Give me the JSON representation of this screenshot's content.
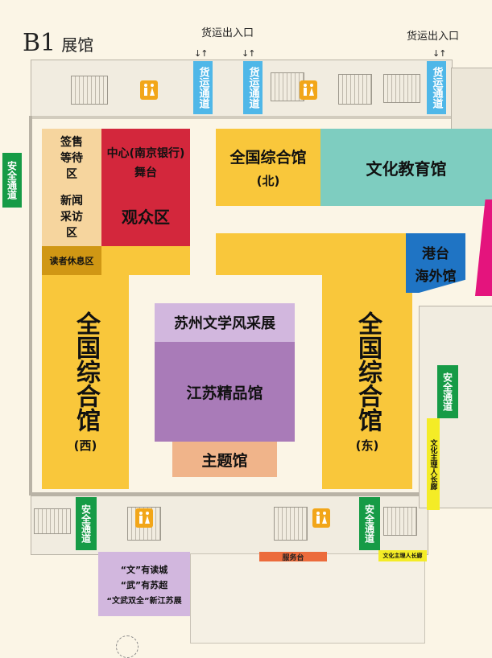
{
  "map_title": {
    "code": "B1",
    "label": "展馆"
  },
  "cargo_entrances": [
    {
      "label": "货运出入口"
    },
    {
      "label": "货运出入口"
    }
  ],
  "cargo_channels": [
    "货运通道",
    "货运通道",
    "货运通道"
  ],
  "safety_exits": [
    "安全通道",
    "安全通道",
    "安全通道",
    "安全通道"
  ],
  "zones": {
    "ticket_waiting": "签售等待区",
    "press_area": "新闻采访区",
    "reader_rest": "读者休息区",
    "stage_line1": "中心(南京银行)",
    "stage_line2": "舞台",
    "audience": "观众区",
    "national_north": "全国综合馆",
    "national_north_sub": "(北)",
    "culture_education": "文化教育馆",
    "hk_tw_line1": "港台",
    "hk_tw_line2": "海外馆",
    "national_west": "全国综合馆",
    "national_west_sub": "(西)",
    "national_east": "全国综合馆",
    "national_east_sub": "(东)",
    "suzhou_literature": "苏州文学风采展",
    "jiangsu_boutique": "江苏精品馆",
    "theme_hall": "主题馆",
    "corridor_vertical": "文化主理人长廊",
    "corridor_bottom": "文化主理人长廊",
    "service_desk": "服务台",
    "exhibit_line1": "“文”有读城",
    "exhibit_line2": "“武”有苏超",
    "exhibit_line3": "“文武双全”新江苏展"
  },
  "colors": {
    "background": "#fbf5e6",
    "national": "#f9c73b",
    "light_orange": "#f6d59e",
    "red": "#d3273c",
    "teal": "#7ecdc0",
    "blue": "#1f74c4",
    "lilac": "#d2b7de",
    "purple": "#a97bb8",
    "salmon": "#f0b48a",
    "restroom": "#f2a619",
    "cargo": "#4fb7e8",
    "safety": "#169b46",
    "service": "#ec6b3b",
    "corridor": "#f4ec26",
    "magenta": "#e4147d"
  },
  "icons": {
    "restroom": "restroom-icon",
    "arrow": "up-down-arrow-icon"
  }
}
